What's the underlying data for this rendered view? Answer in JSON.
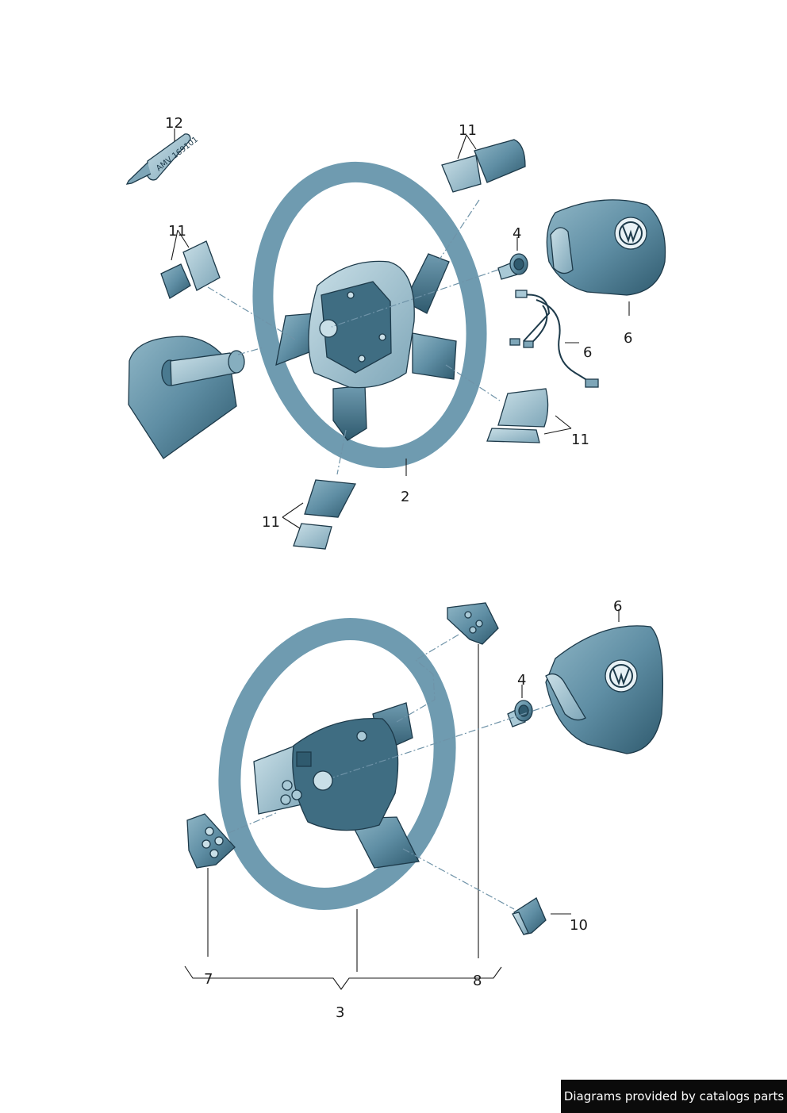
{
  "callouts": {
    "c12": "12",
    "c11_top": "11",
    "c11_left": "11",
    "c4_top": "4",
    "c6_airbag_top": "6",
    "c6_harness": "6",
    "c11_right": "11",
    "c2": "2",
    "c11_bottom": "11",
    "c6_airbag_bottom": "6",
    "c4_bottom": "4",
    "c10": "10",
    "c7": "7",
    "c8": "8",
    "c3": "3"
  },
  "tube_label": "AMV 169101",
  "footer": "Diagrams provided by catalogs parts",
  "colors": {
    "part_fill": "#5f8ea4",
    "part_light": "#a9c9d6",
    "part_dark": "#2f5a6e",
    "outline": "#1d3a4a",
    "leader": "#6f93a8"
  }
}
